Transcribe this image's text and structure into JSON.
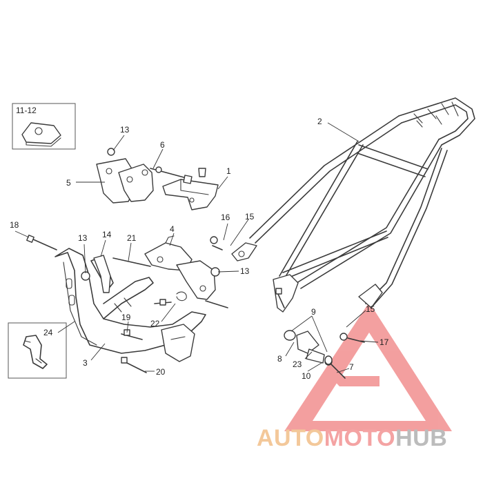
{
  "callouts": {
    "c1": "1",
    "c2": "2",
    "c3": "3",
    "c4": "4",
    "c5": "5",
    "c6": "6",
    "c7": "7",
    "c8": "8",
    "c9": "9",
    "c10": "10",
    "c11_12": "11-12",
    "c13a": "13",
    "c13b": "13",
    "c13c": "13",
    "c14": "14",
    "c15a": "15",
    "c15b": "15",
    "c16": "16",
    "c17": "17",
    "c18": "18",
    "c19": "19",
    "c20": "20",
    "c21": "21",
    "c22": "22",
    "c23": "23",
    "c24": "24"
  },
  "watermark": {
    "part1": "AUTO",
    "part2": "MOTO",
    "part3": "HUB",
    "colors": {
      "auto": "#f3c89a",
      "moto": "#f4a3a3",
      "hub": "#bcbcbc",
      "triangle": "#ef8080"
    }
  }
}
